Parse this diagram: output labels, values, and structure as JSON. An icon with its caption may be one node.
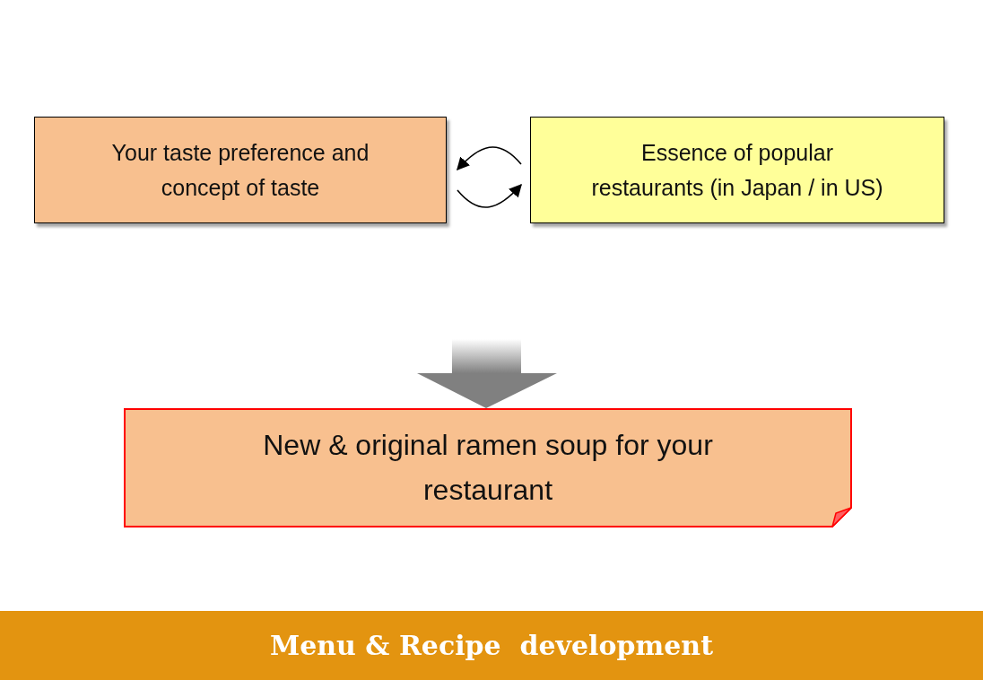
{
  "diagram": {
    "title": "Menu & Recipe  development",
    "nodes": [
      {
        "text": [
          "Your taste preference and concept of taste"
        ]
      },
      {
        "text": [
          "Essence of popular restaurants (in Japan / in US)"
        ]
      },
      {
        "text": [
          "New & original ramen soup for your restaurant"
        ]
      }
    ],
    "edges": [
      {
        "from": 1,
        "to": 0,
        "arrow": "to"
      },
      {
        "from": 0,
        "to": 1,
        "arrow": "to"
      },
      {
        "from": null,
        "to": 2,
        "arrow": "to",
        "style": "thick",
        "color": "#808080"
      }
    ]
  }
}
